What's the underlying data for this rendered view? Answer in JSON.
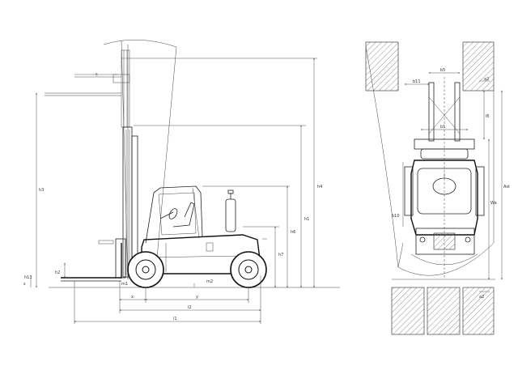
{
  "side_view": {
    "dimension_labels": {
      "h3": "h3",
      "h4": "h4",
      "h1": "h1",
      "h6": "h6",
      "h7": "h7",
      "h2": "h2",
      "h13": "h13",
      "m1": "m1",
      "m2": "m2",
      "s": "s",
      "x": "x",
      "y": "y",
      "l1": "l1",
      "l2": "l2",
      "c": "c"
    }
  },
  "top_view": {
    "dimension_labels": {
      "b5": "b5",
      "b1": "b1",
      "b10": "b10",
      "Ast": "Ast",
      "Wa": "Wa",
      "a2": "a2",
      "l6": "l6",
      "b11": "b11"
    }
  }
}
